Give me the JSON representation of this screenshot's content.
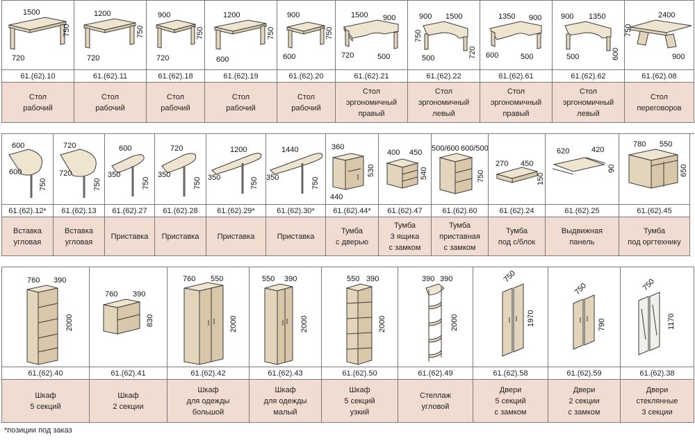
{
  "rows": [
    {
      "items": [
        {
          "code": "61.(62).10",
          "name": "Стол\nрабочий",
          "dims": [
            "1500",
            "750",
            "720"
          ]
        },
        {
          "code": "61.(62).11",
          "name": "Стол\nрабочий",
          "dims": [
            "1200",
            "750",
            "720"
          ]
        },
        {
          "code": "61.(62).18",
          "name": "Стол\nрабочий",
          "dims": [
            "900",
            "750",
            "720"
          ]
        },
        {
          "code": "61.(62).19",
          "name": "Стол\nрабочий",
          "dims": [
            "1200",
            "750",
            "600"
          ]
        },
        {
          "code": "61.(62).20",
          "name": "Стол\nрабочий",
          "dims": [
            "900",
            "750",
            "600"
          ]
        },
        {
          "code": "61.(62).21",
          "name": "Стол\nэргономичный\nправый",
          "dims": [
            "1500",
            "900",
            "720",
            "500"
          ]
        },
        {
          "code": "61.(62).22",
          "name": "Стол\nэргономичный\nлевый",
          "dims": [
            "900",
            "1500",
            "750",
            "500",
            "720"
          ]
        },
        {
          "code": "61.(62).61",
          "name": "Стол\nэргономичный\nправый",
          "dims": [
            "1350",
            "900",
            "600",
            "500"
          ]
        },
        {
          "code": "61.(62).62",
          "name": "Стол\nэргономичный\nлевый",
          "dims": [
            "900",
            "1350",
            "500",
            "600"
          ]
        },
        {
          "code": "61.(62).08",
          "name": "Стол\nпереговоров",
          "dims": [
            "2400",
            "750",
            "900"
          ]
        }
      ]
    },
    {
      "items": [
        {
          "code": "61.(62).12*",
          "name": "Вставка\nугловая",
          "dims": [
            "600",
            "600",
            "750"
          ]
        },
        {
          "code": "61.(62).13",
          "name": "Вставка\nугловая",
          "dims": [
            "720",
            "720",
            "750"
          ]
        },
        {
          "code": "61.(62).27",
          "name": "Приставка",
          "dims": [
            "600",
            "350",
            "750"
          ]
        },
        {
          "code": "61.(62).28",
          "name": "Приставка",
          "dims": [
            "720",
            "350",
            "750"
          ]
        },
        {
          "code": "61.(62).29*",
          "name": "Приставка",
          "dims": [
            "1200",
            "350",
            "750"
          ]
        },
        {
          "code": "61.(62).30*",
          "name": "Приставка",
          "dims": [
            "1440",
            "350",
            "750"
          ]
        },
        {
          "code": "61.(62).44*",
          "name": "Тумба\nс дверью",
          "dims": [
            "360",
            "530",
            "440"
          ]
        },
        {
          "code": "61.(62).47",
          "name": "Тумба\n3 ящика\nс замком",
          "dims": [
            "400",
            "450",
            "540"
          ]
        },
        {
          "code": "61.(62).60",
          "name": "Тумба\nприставная\nс замком",
          "dims": [
            "500/600",
            "600/500",
            "750"
          ]
        },
        {
          "code": "61.(62).24",
          "name": "Тумба\nпод с/блок",
          "dims": [
            "270",
            "450",
            "150"
          ]
        },
        {
          "code": "61.(62).25",
          "name": "Выдвижная\nпанель",
          "dims": [
            "620",
            "420",
            "90"
          ]
        },
        {
          "code": "61.(62).45",
          "name": "Тумба\nпод оргтехнику",
          "dims": [
            "780",
            "550",
            "650"
          ]
        }
      ]
    },
    {
      "items": [
        {
          "code": "61.(62).40",
          "name": "Шкаф\n5 секций",
          "dims": [
            "760",
            "390",
            "2000"
          ]
        },
        {
          "code": "61.(62).41",
          "name": "Шкаф\n2 секции",
          "dims": [
            "760",
            "390",
            "830"
          ]
        },
        {
          "code": "61.(62).42",
          "name": "Шкаф\nдля одежды\nбольшой",
          "dims": [
            "760",
            "550",
            "2000"
          ]
        },
        {
          "code": "61.(62).43",
          "name": "Шкаф\nдля одежды\nмалый",
          "dims": [
            "550",
            "390",
            "2000"
          ]
        },
        {
          "code": "61.(62).50",
          "name": "Шкаф\n5 секций\nузкий",
          "dims": [
            "550",
            "390",
            "2000"
          ]
        },
        {
          "code": "61.(62).49",
          "name": "Стеллаж\nугловой",
          "dims": [
            "390",
            "390",
            "2000"
          ]
        },
        {
          "code": "61.(62).58",
          "name": "Двери\n5 секций\nс замком",
          "dims": [
            "750",
            "1970"
          ]
        },
        {
          "code": "61.(62).59",
          "name": "Двери\n2 секции\nс замком",
          "dims": [
            "750",
            "790"
          ]
        },
        {
          "code": "61.(62).38",
          "name": "Двери\nстеклянные\n3 секции",
          "dims": [
            "750",
            "1170"
          ]
        }
      ]
    }
  ],
  "footnote": "*позиции под заказ"
}
